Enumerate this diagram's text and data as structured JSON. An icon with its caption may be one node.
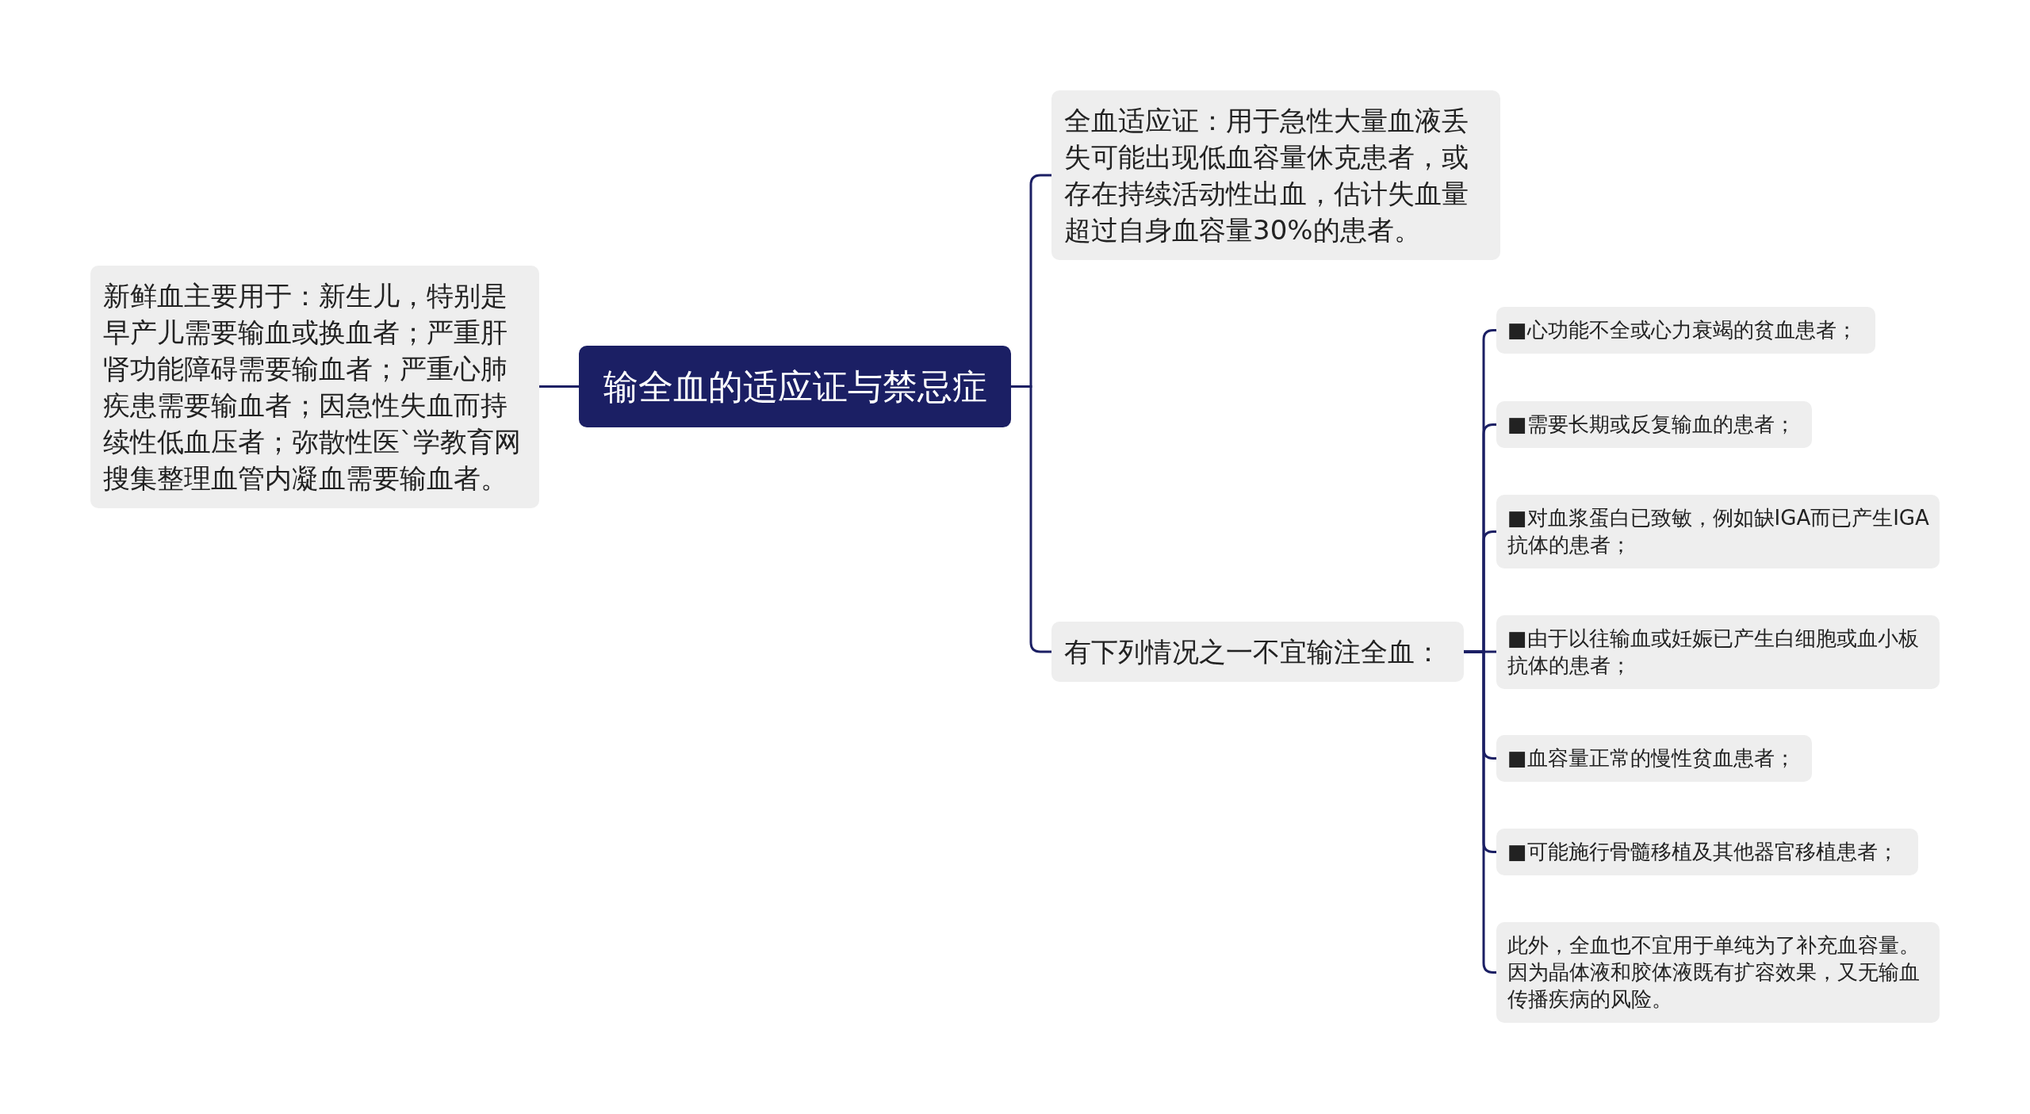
{
  "diagram": {
    "nodes": [
      {
        "text": [
          "输全血的适应证与禁忌症"
        ]
      },
      {
        "text": [
          "新鲜血主要用于：新生儿，特别是早产儿需要输血或换血者；严重肝肾功能障碍需要输血者；严重心肺疾患需要输血者；因急性失血而持续性低血压者；弥散性医`学教育网搜集整理血管内凝血需要输血者。"
        ]
      },
      {
        "text": [
          "全血适应证：用于急性大量血液丢失可能出现低血容量休克患者，或存在持续活动性出血，估计失血量超过自身血容量30%的患者。"
        ]
      },
      {
        "text": [
          "有下列情况之一不宜输注全血："
        ]
      },
      {
        "text": [
          "■心功能不全或心力衰竭的贫血患者；"
        ]
      },
      {
        "text": [
          "■需要长期或反复输血的患者；"
        ]
      },
      {
        "text": [
          "■对血浆蛋白已致敏，例如缺IGA而已产生IGA抗体的患者；"
        ]
      },
      {
        "text": [
          "■由于以往输血或妊娠已产生白细胞或血小板抗体的患者；"
        ]
      },
      {
        "text": [
          "■血容量正常的慢性贫血患者；"
        ]
      },
      {
        "text": [
          "■可能施行骨髓移植及其他器官移植患者；"
        ]
      },
      {
        "text": [
          "此外，全血也不宜用于单纯为了补充血容量。因为晶体液和胶体液既有扩容效果，又无输血传播疾病的风险。"
        ]
      }
    ],
    "edges": [
      {
        "from": 0,
        "to": 1,
        "arrow": "none"
      },
      {
        "from": 0,
        "to": 2,
        "arrow": "none"
      },
      {
        "from": 0,
        "to": 3,
        "arrow": "none"
      },
      {
        "from": 3,
        "to": 4,
        "arrow": "none"
      },
      {
        "from": 3,
        "to": 5,
        "arrow": "none"
      },
      {
        "from": 3,
        "to": 6,
        "arrow": "none"
      },
      {
        "from": 3,
        "to": 7,
        "arrow": "none"
      },
      {
        "from": 3,
        "to": 8,
        "arrow": "none"
      },
      {
        "from": 3,
        "to": 9,
        "arrow": "none"
      },
      {
        "from": 3,
        "to": 10,
        "arrow": "none"
      }
    ]
  }
}
